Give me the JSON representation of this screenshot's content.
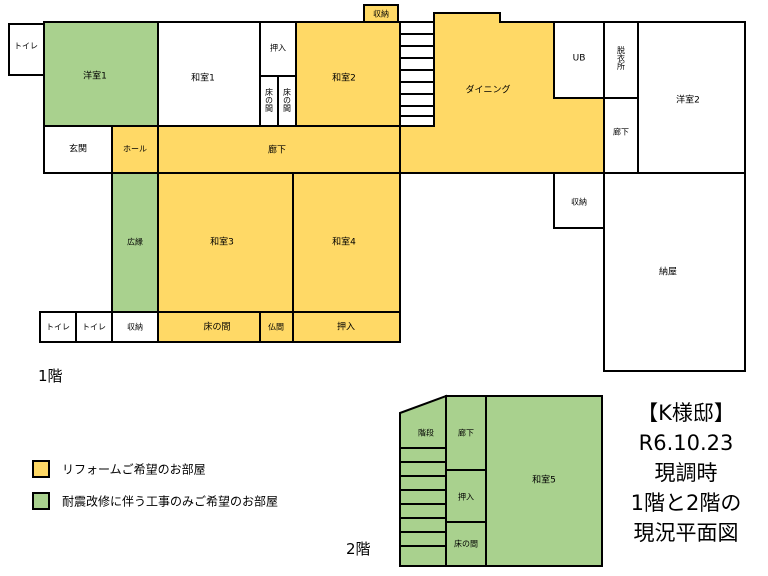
{
  "colors": {
    "reform": "#ffd966",
    "seismic": "#a9d18e",
    "plain": "#ffffff"
  },
  "floor1": {
    "label": "1階",
    "rooms": {
      "toilet_tl": "トイレ",
      "western1": "洋室1",
      "japanese1": "和室1",
      "oshiire_top": "押入",
      "tokonoma_a": "床の間",
      "tokonoma_b": "床の間",
      "japanese2": "和室2",
      "storage_top": "収納",
      "dining": "ダイニング",
      "ub": "UB",
      "dressing": "脱衣所",
      "corridor_right": "廊下",
      "western2": "洋室2",
      "entrance": "玄関",
      "hall": "ホール",
      "corridor_main": "廊下",
      "storage_mid": "収納",
      "nando": "納屋",
      "hiroen": "広縁",
      "japanese3": "和室3",
      "japanese4": "和室4",
      "toilet_b1": "トイレ",
      "toilet_b2": "トイレ",
      "storage_b": "収納",
      "tokonoma_c": "床の間",
      "butsuma": "仏間",
      "oshiire_b": "押入"
    }
  },
  "floor2": {
    "label": "2階",
    "rooms": {
      "stairs": "階段",
      "corridor": "廊下",
      "oshiire": "押入",
      "tokonoma": "床の間",
      "japanese5": "和室5"
    }
  },
  "legend": [
    {
      "label": "リフォームご希望のお部屋",
      "color": "#ffd966"
    },
    {
      "label": "耐震改修に伴う工事のみご希望のお部屋",
      "color": "#a9d18e"
    }
  ],
  "title_lines": [
    "【K様邸】",
    "R6.10.23",
    "現調時",
    "1階と2階の",
    "現況平面図"
  ]
}
